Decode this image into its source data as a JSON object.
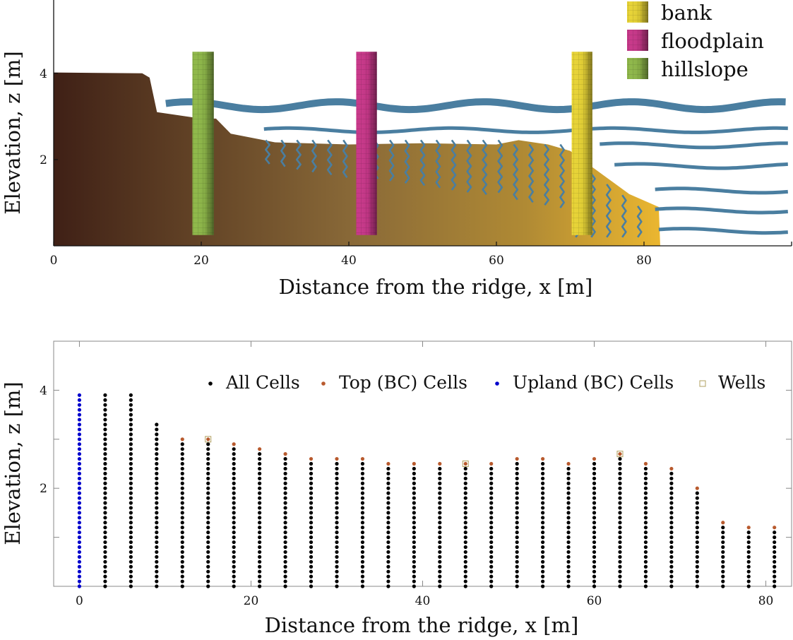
{
  "chart_data": [
    {
      "type": "area",
      "xlabel": "Distance from the ridge, x [m]",
      "ylabel": "Elevation, z [m]",
      "xlim": [
        0,
        100
      ],
      "ylim": [
        0,
        5.7
      ],
      "xticks": [
        "0",
        "20",
        "40",
        "60",
        "80"
      ],
      "yticks": [
        "2",
        "4"
      ],
      "profile": {
        "x": [
          0,
          12,
          13,
          14,
          20,
          22,
          24,
          30,
          40,
          50,
          60,
          63,
          67,
          70,
          74,
          78,
          82,
          82.2
        ],
        "z": [
          4.02,
          4.0,
          3.9,
          3.1,
          2.95,
          2.95,
          2.6,
          2.4,
          2.35,
          2.38,
          2.35,
          2.45,
          2.35,
          2.2,
          1.7,
          1.2,
          0.9,
          0.0
        ]
      },
      "legend": [
        {
          "name": "bank",
          "color": "#e8d436"
        },
        {
          "name": "floodplain",
          "color": "#c8388a"
        },
        {
          "name": "hillslope",
          "color": "#8fb84a"
        }
      ],
      "wells": [
        {
          "kind": "hillslope",
          "x_range": [
            18.8,
            21.7
          ],
          "z_top": 4.5
        },
        {
          "kind": "floodplain",
          "x_range": [
            41.0,
            43.8
          ],
          "z_top": 4.5
        },
        {
          "kind": "bank",
          "x_range": [
            70.2,
            73.0
          ],
          "z_top": 4.5
        }
      ],
      "colors": {
        "water": "#4a7ea0",
        "soil_dark": "#3f2016",
        "soil_mid": "#8a6a38",
        "soil_light": "#eab630"
      }
    },
    {
      "type": "scatter",
      "xlabel": "Distance from the ridge, x [m]",
      "ylabel": "Elevation, z [m]",
      "xlim": [
        -3,
        83
      ],
      "ylim": [
        0,
        5
      ],
      "xticks": [
        "0",
        "20",
        "40",
        "60",
        "80"
      ],
      "yticks": [
        "2",
        "4"
      ],
      "legend": [
        {
          "name": "All Cells",
          "color": "#000000",
          "marker": "dot"
        },
        {
          "name": "Top (BC) Cells",
          "color": "#b85a2e",
          "marker": "dot"
        },
        {
          "name": "Upland (BC) Cells",
          "color": "#0000cc",
          "marker": "dot"
        },
        {
          "name": "Wells",
          "color": "#b0a060",
          "marker": "open-square"
        }
      ],
      "columns": [
        {
          "x": 0,
          "top": 3.9,
          "type": "upland"
        },
        {
          "x": 3,
          "top": 3.9,
          "type": "all"
        },
        {
          "x": 6,
          "top": 3.9,
          "type": "all"
        },
        {
          "x": 9,
          "top": 3.3,
          "type": "all"
        },
        {
          "x": 12,
          "top": 3.0,
          "type": "top"
        },
        {
          "x": 15,
          "top": 3.0,
          "type": "top",
          "well": true
        },
        {
          "x": 18,
          "top": 2.9,
          "type": "top"
        },
        {
          "x": 21,
          "top": 2.8,
          "type": "top"
        },
        {
          "x": 24,
          "top": 2.7,
          "type": "top"
        },
        {
          "x": 27,
          "top": 2.6,
          "type": "top"
        },
        {
          "x": 30,
          "top": 2.6,
          "type": "top"
        },
        {
          "x": 33,
          "top": 2.6,
          "type": "top"
        },
        {
          "x": 36,
          "top": 2.5,
          "type": "top"
        },
        {
          "x": 39,
          "top": 2.5,
          "type": "top"
        },
        {
          "x": 42,
          "top": 2.5,
          "type": "top"
        },
        {
          "x": 45,
          "top": 2.5,
          "type": "top",
          "well": true
        },
        {
          "x": 48,
          "top": 2.5,
          "type": "top"
        },
        {
          "x": 51,
          "top": 2.6,
          "type": "top"
        },
        {
          "x": 54,
          "top": 2.6,
          "type": "top"
        },
        {
          "x": 57,
          "top": 2.5,
          "type": "top"
        },
        {
          "x": 60,
          "top": 2.6,
          "type": "top"
        },
        {
          "x": 63,
          "top": 2.7,
          "type": "top",
          "well": true
        },
        {
          "x": 66,
          "top": 2.5,
          "type": "top"
        },
        {
          "x": 69,
          "top": 2.4,
          "type": "top"
        },
        {
          "x": 72,
          "top": 2.0,
          "type": "top"
        },
        {
          "x": 75,
          "top": 1.3,
          "type": "top"
        },
        {
          "x": 78,
          "top": 1.2,
          "type": "top"
        },
        {
          "x": 81,
          "top": 1.2,
          "type": "top"
        }
      ]
    }
  ]
}
